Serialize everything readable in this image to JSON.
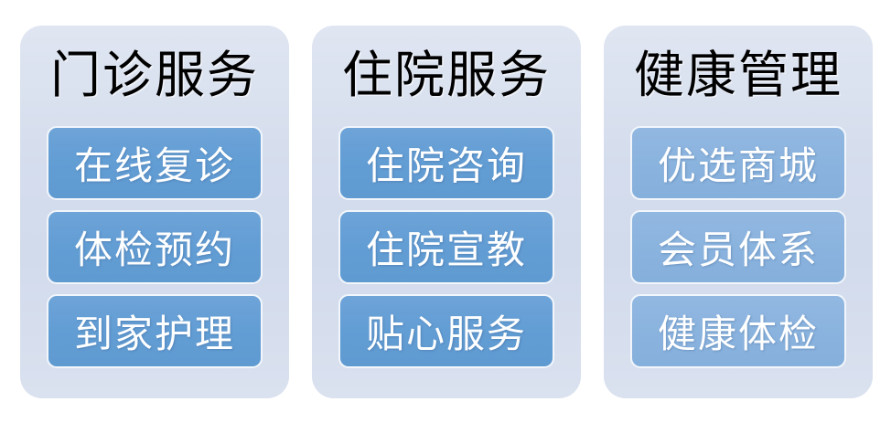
{
  "theme": {
    "page_background": "#ffffff",
    "panel_background": "#d2dbec",
    "item_primary": "#629dd4",
    "item_light": "#8ab3de",
    "item_border": "#f2f6fb",
    "title_color": "#000000",
    "item_text_color": "#ffffff"
  },
  "columns": [
    {
      "id": "outpatient-services",
      "title": "门诊服务",
      "tone": "tone-primary",
      "items": [
        {
          "id": "online-followup",
          "label": "在线复诊"
        },
        {
          "id": "checkup-booking",
          "label": "体检预约"
        },
        {
          "id": "home-nursing",
          "label": "到家护理"
        }
      ]
    },
    {
      "id": "inpatient-services",
      "title": "住院服务",
      "tone": "tone-primary",
      "items": [
        {
          "id": "inpatient-consult",
          "label": "住院咨询"
        },
        {
          "id": "inpatient-education",
          "label": "住院宣教"
        },
        {
          "id": "caring-service",
          "label": "贴心服务"
        }
      ]
    },
    {
      "id": "health-management",
      "title": "健康管理",
      "tone": "tone-light",
      "items": [
        {
          "id": "preferred-mall",
          "label": "优选商城"
        },
        {
          "id": "membership-system",
          "label": "会员体系"
        },
        {
          "id": "health-checkup",
          "label": "健康体检"
        }
      ]
    }
  ]
}
